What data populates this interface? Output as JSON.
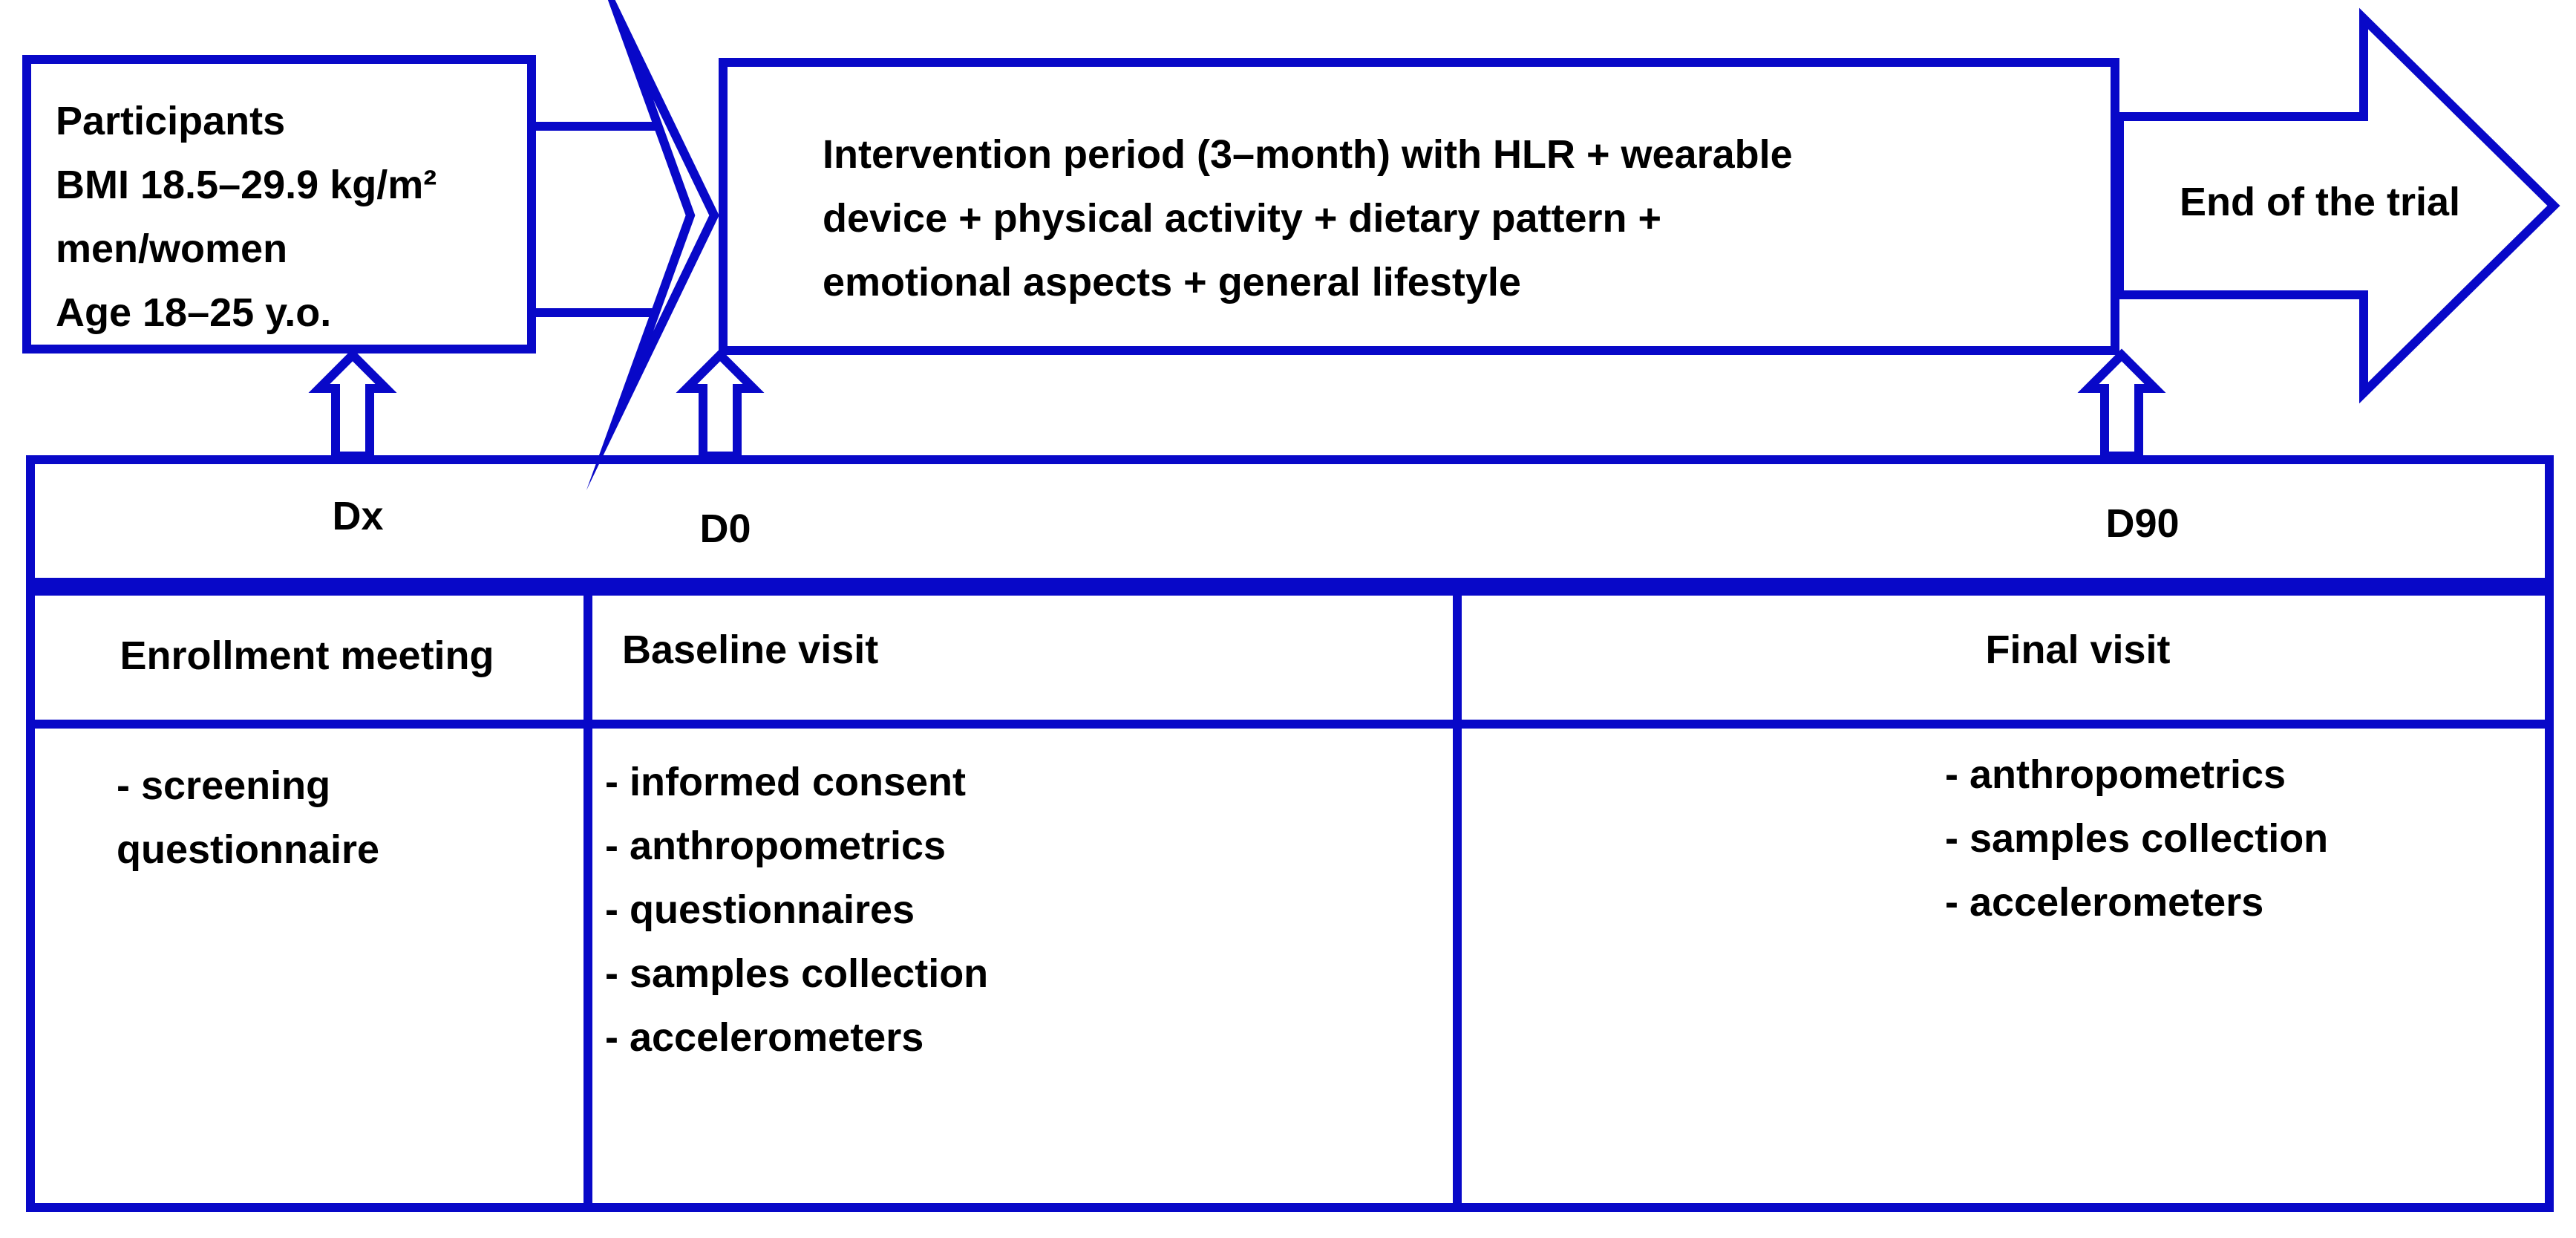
{
  "colors": {
    "accent": "#0808C8",
    "text": "#000000",
    "background": "#FFFFFF"
  },
  "flow": {
    "participants_box": {
      "lines": [
        "Participants",
        "BMI 18.5–29.9 kg/m²",
        "men/women",
        "Age 18–25 y.o."
      ]
    },
    "intervention_box": {
      "lines": [
        "Intervention period (3–month) with HLR + wearable",
        "device + physical activity + dietary pattern +",
        "emotional aspects + general lifestyle"
      ]
    },
    "end_arrow": {
      "label": "End of the trial"
    }
  },
  "timeline": {
    "markers": [
      {
        "label": "Dx"
      },
      {
        "label": "D0"
      },
      {
        "label": "D90"
      }
    ]
  },
  "table": {
    "columns": [
      {
        "header": "Enrollment meeting",
        "lines": [
          "- screening",
          "questionnaire"
        ]
      },
      {
        "header": "Baseline visit",
        "lines": [
          "- informed consent",
          "- anthropometrics",
          "- questionnaires",
          "- samples collection",
          "- accelerometers"
        ]
      },
      {
        "header": "Final visit",
        "lines": [
          "- anthropometrics",
          "- samples collection",
          "- accelerometers"
        ]
      }
    ]
  }
}
